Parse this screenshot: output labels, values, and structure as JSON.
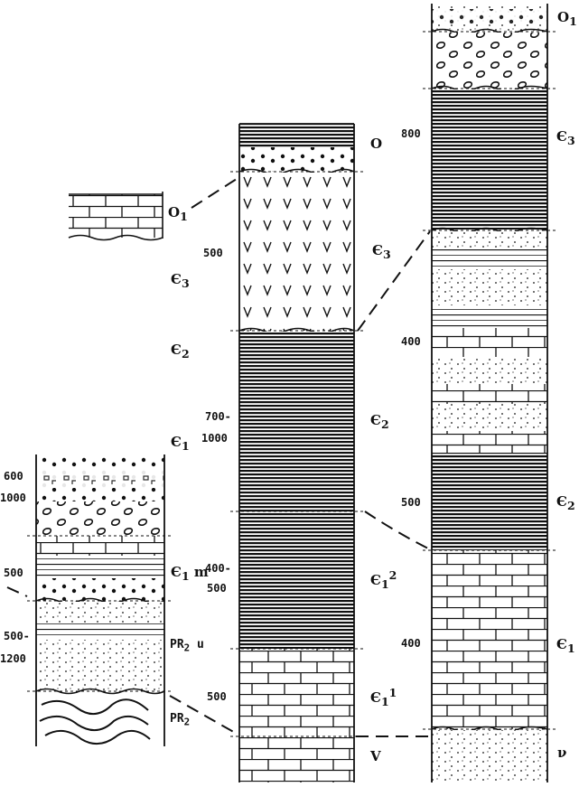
{
  "columns": [
    {
      "id": "left",
      "units": [
        {
          "symbol": "Є₁ m",
          "thickness": "500"
        },
        {
          "symbol": "PR₂ u",
          "thickness": "500–1200"
        },
        {
          "symbol": "PR₂",
          "thickness": ""
        }
      ],
      "upper_annotations": [
        {
          "text": "Є₃"
        },
        {
          "text": "Є₂"
        },
        {
          "text": "Є₁"
        }
      ],
      "upper_thickness": [
        "600",
        "1000"
      ]
    },
    {
      "id": "middle",
      "units": [
        {
          "symbol": "O",
          "thickness": ""
        },
        {
          "symbol": "Є₃",
          "thickness": "500"
        },
        {
          "symbol": "Є₂",
          "thickness": "700–1000"
        },
        {
          "symbol": "Є₁²",
          "thickness": "400–500"
        },
        {
          "symbol": "Є₁¹",
          "thickness": "500"
        },
        {
          "symbol": "V",
          "thickness": ""
        }
      ]
    },
    {
      "id": "right",
      "units": [
        {
          "symbol": "O₁",
          "thickness": ""
        },
        {
          "symbol": "Є₃",
          "thickness": "800"
        },
        {
          "symbol": "",
          "thickness": "400"
        },
        {
          "symbol": "Є₂",
          "thickness": "500"
        },
        {
          "symbol": "Є₁",
          "thickness": "400"
        },
        {
          "symbol": "ν",
          "thickness": ""
        }
      ]
    },
    {
      "id": "inset",
      "units": [
        {
          "symbol": "O₁",
          "thickness": ""
        }
      ]
    }
  ],
  "label_text": {
    "left_600": "600",
    "left_1000": "1000",
    "left_e3": "Є",
    "left_e3_sub": "3",
    "left_e2": "Є",
    "left_e2_sub": "2",
    "left_e1": "Є",
    "left_e1_sub": "1",
    "left_500": "500",
    "left_e1m": "Є",
    "left_e1m_sub": "1",
    "left_e1m_suf": " m",
    "left_500b": "500-",
    "left_1200": "1200",
    "left_pr2u": "PR",
    "left_pr2u_sub": "2",
    "left_pr2u_suf": " u",
    "left_pr2": "PR",
    "left_pr2_sub": "2",
    "inset_o1": "O",
    "inset_o1_sub": "1",
    "mid_o": "O",
    "mid_500a": "500",
    "mid_e3": "Є",
    "mid_e3_sub": "3",
    "mid_700": "700-",
    "mid_1000": "1000",
    "mid_e2": "Є",
    "mid_e2_sub": "2",
    "mid_400": "400-",
    "mid_500b": "500",
    "mid_e12": "Є",
    "mid_e12_sub": "1",
    "mid_e12_sup": "2",
    "mid_500c": "500",
    "mid_e11": "Є",
    "mid_e11_sub": "1",
    "mid_e11_sup": "1",
    "mid_v": "V",
    "right_o1": "O",
    "right_o1_sub": "1",
    "right_800": "800",
    "right_e3": "Є",
    "right_e3_sub": "3",
    "right_400a": "400",
    "right_500": "500",
    "right_e2": "Є",
    "right_e2_sub": "2",
    "right_400b": "400",
    "right_e1": "Є",
    "right_e1_sub": "1",
    "right_nu": "ν"
  }
}
